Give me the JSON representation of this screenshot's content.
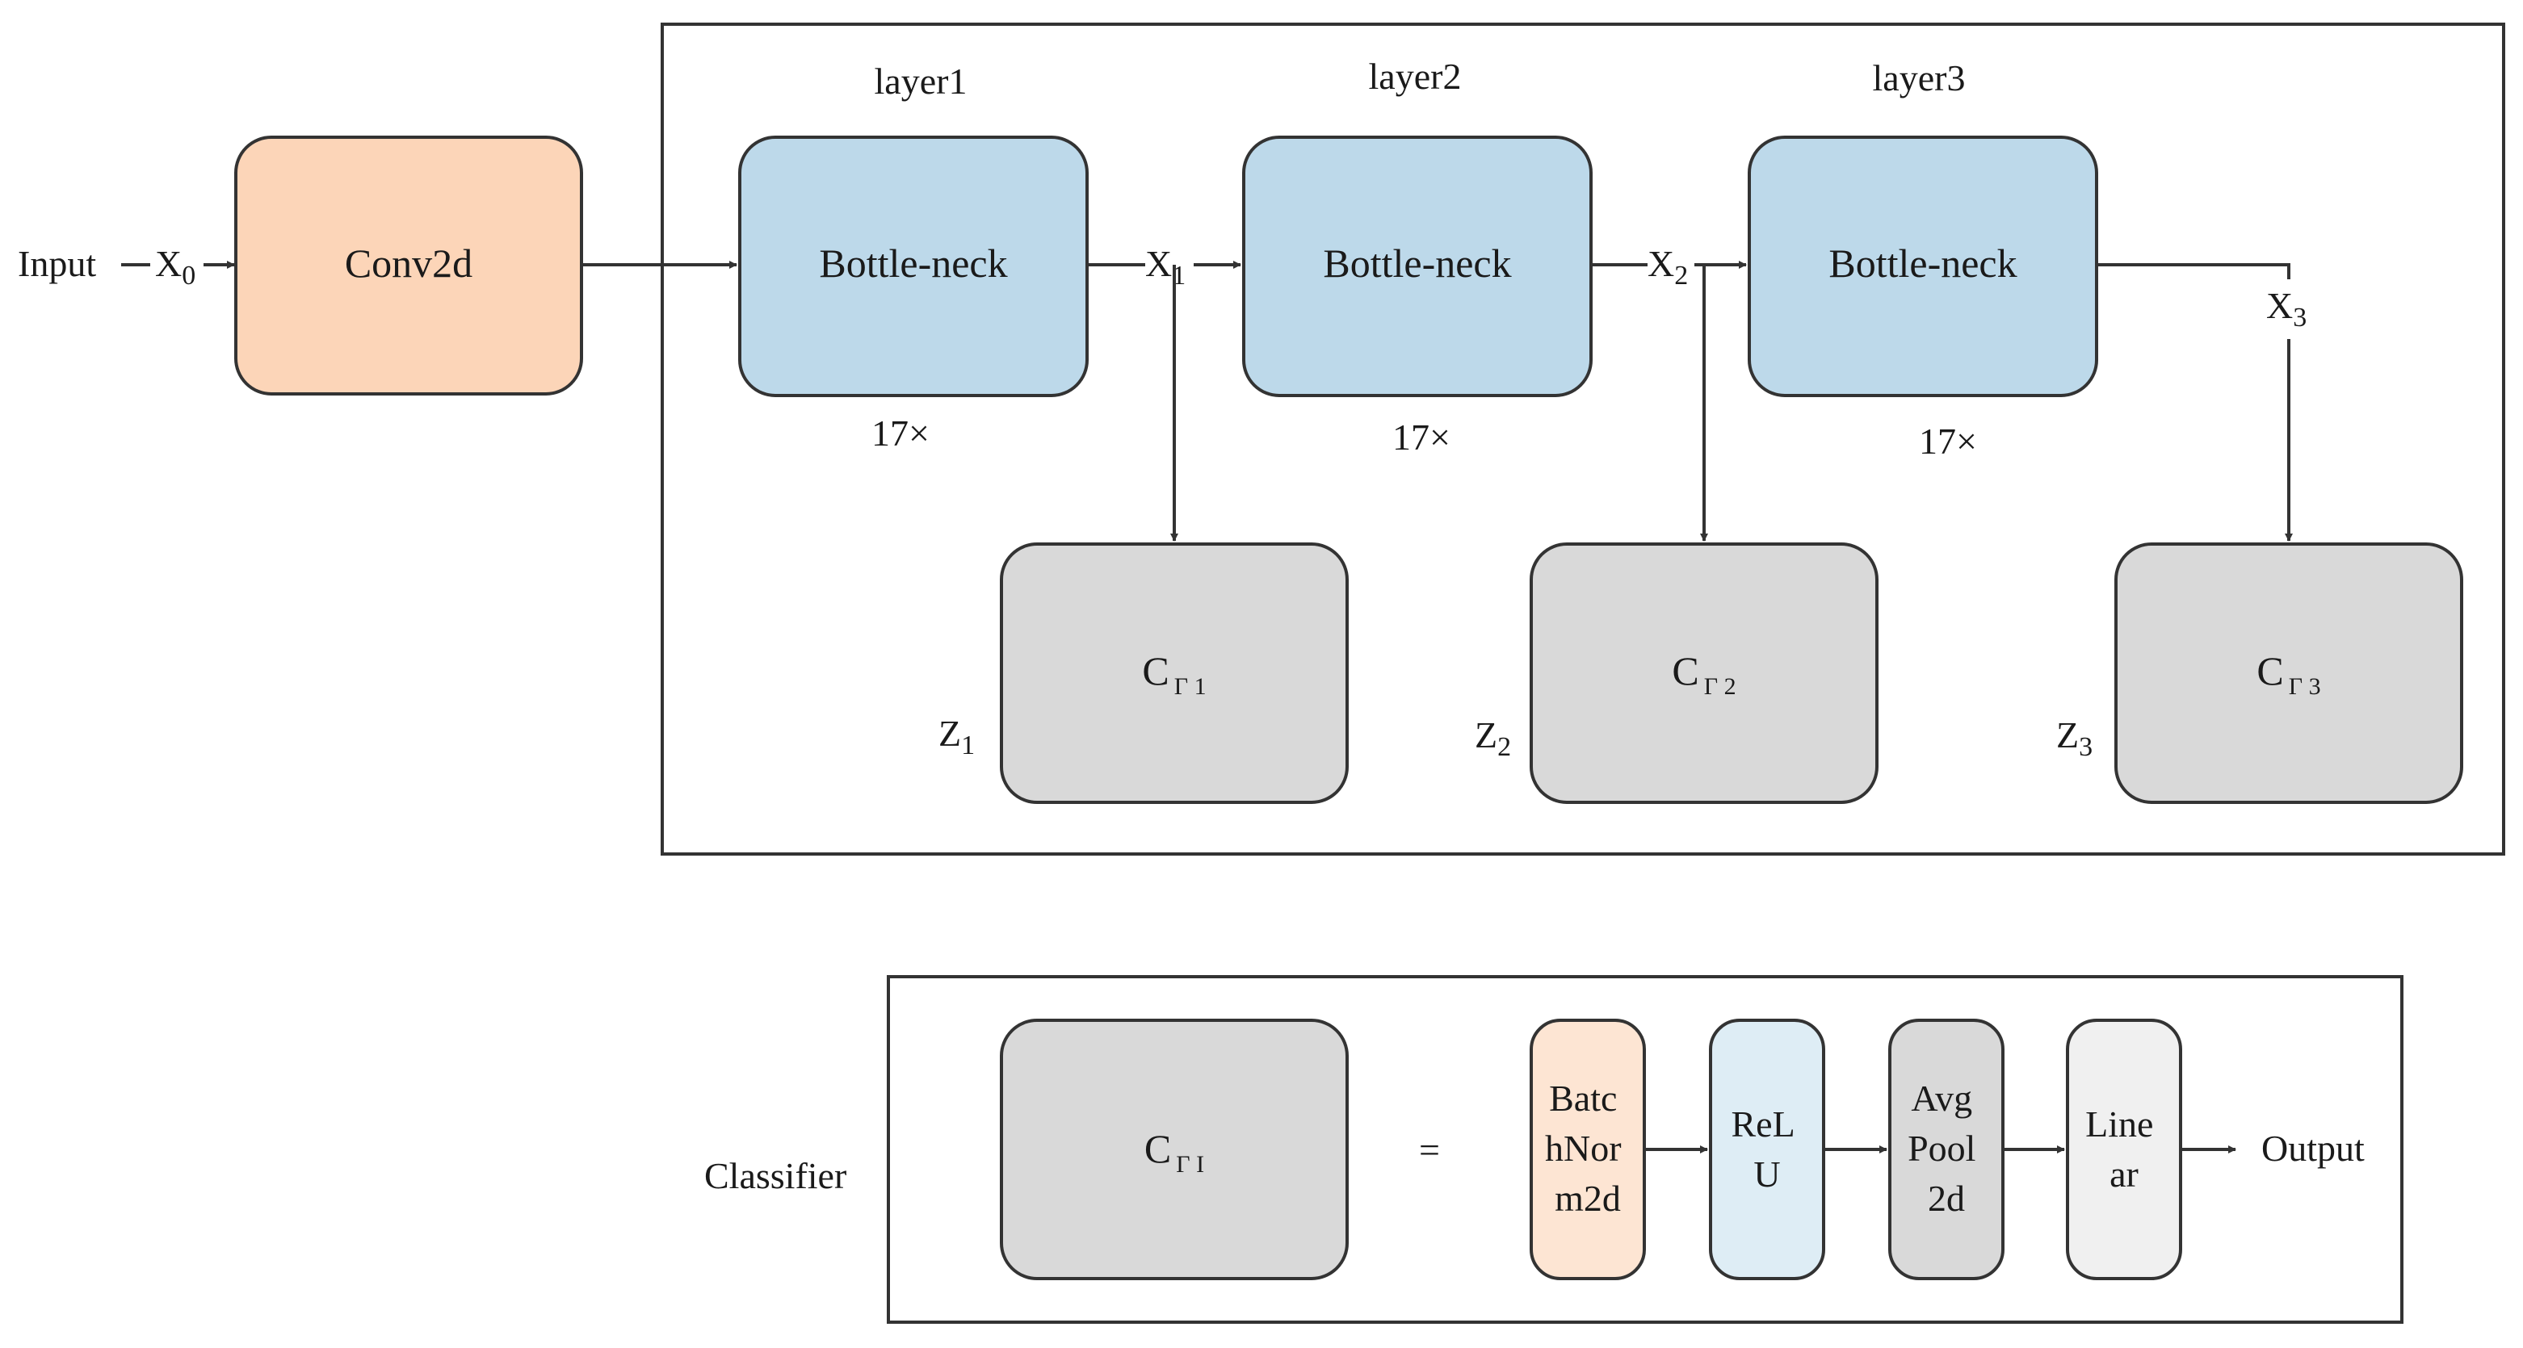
{
  "colors": {
    "conv": "#fcd5b8",
    "bottleneck": "#bdd9ea",
    "classifier": "#d9d9d9",
    "batchnorm": "#fde5d3",
    "relu": "#deedf5",
    "avgpool": "#d9d9d9",
    "linear": "#f0f0f0",
    "line": "#333333"
  },
  "input_label": "Input",
  "x0": {
    "base": "X",
    "sub": "0"
  },
  "conv_label": "Conv2d",
  "layers": [
    {
      "title": "layer1",
      "block": "Bottle-neck",
      "repeat": "17×",
      "x": {
        "base": "X",
        "sub": "1"
      },
      "clf": {
        "base": "C",
        "sub": "Γ 1"
      },
      "z": {
        "base": "Z",
        "sub": "1"
      }
    },
    {
      "title": "layer2",
      "block": "Bottle-neck",
      "repeat": "17×",
      "x": {
        "base": "X",
        "sub": "2"
      },
      "clf": {
        "base": "C",
        "sub": "Γ 2"
      },
      "z": {
        "base": "Z",
        "sub": "2"
      }
    },
    {
      "title": "layer3",
      "block": "Bottle-neck",
      "repeat": "17×",
      "x": {
        "base": "X",
        "sub": "3"
      },
      "clf": {
        "base": "C",
        "sub": "Γ 3"
      },
      "z": {
        "base": "Z",
        "sub": "3"
      }
    }
  ],
  "legend": {
    "title": "Classifier",
    "clf": {
      "base": "C",
      "sub": "Γ I"
    },
    "equals": "=",
    "steps": [
      {
        "lines": [
          "Batc",
          "hNor",
          "m2d"
        ]
      },
      {
        "lines": [
          "ReL",
          "U"
        ]
      },
      {
        "lines": [
          "Avg",
          "Pool",
          "2d"
        ]
      },
      {
        "lines": [
          "Line",
          "ar"
        ]
      }
    ],
    "output": "Output"
  }
}
